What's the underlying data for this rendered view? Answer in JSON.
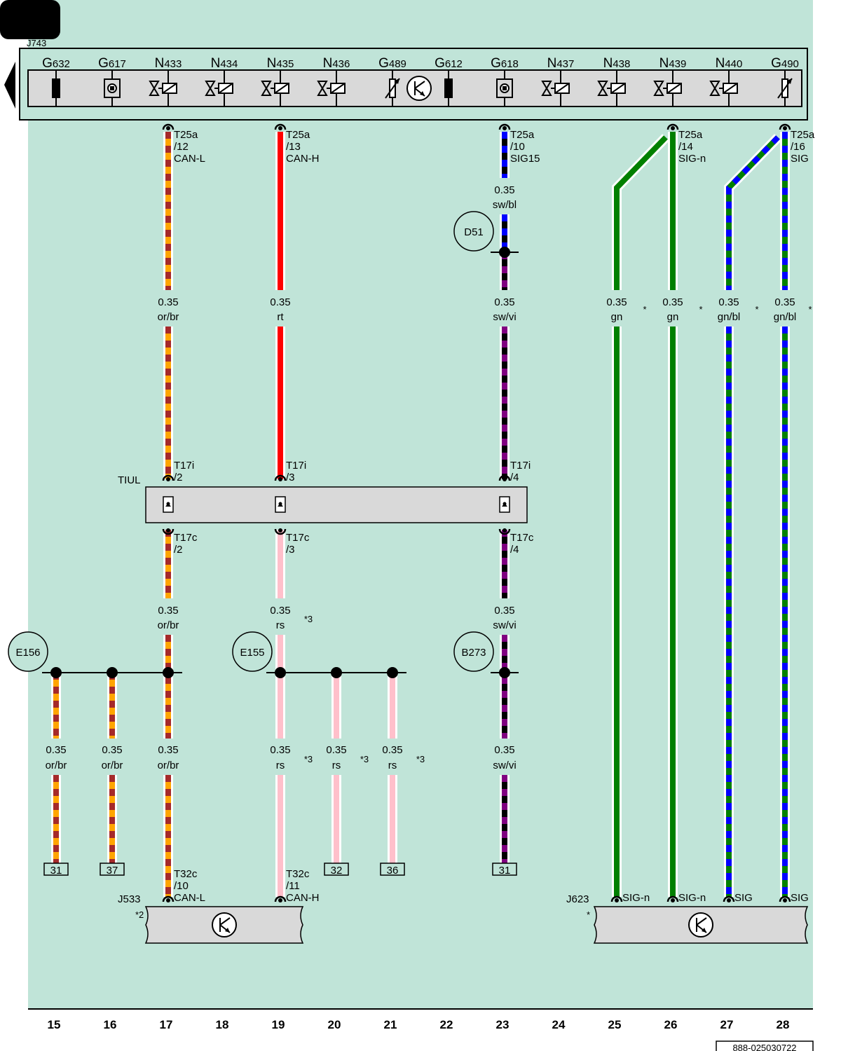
{
  "colors": {
    "background": "#c0e4d8",
    "or": "#ffa500",
    "br": "#a52a2a",
    "rt": "#ff0000",
    "rs": "#ffc0cb",
    "sw": "#000000",
    "bl": "#0000ff",
    "vi": "#800080",
    "gn": "#008000"
  },
  "header": {
    "control_unit_label": "J743"
  },
  "components": [
    {
      "name": "G632",
      "icon": "black-bar-icon"
    },
    {
      "name": "G617",
      "icon": "sensor-square-icon"
    },
    {
      "name": "N433",
      "icon": "valve-icon"
    },
    {
      "name": "N434",
      "icon": "valve-icon"
    },
    {
      "name": "N435",
      "icon": "valve-icon"
    },
    {
      "name": "N436",
      "icon": "valve-icon"
    },
    {
      "name": "G489",
      "icon": "variable-resistor-icon"
    },
    {
      "name": "G612",
      "icon": "black-bar-icon"
    },
    {
      "name": "G618",
      "icon": "sensor-square-icon"
    },
    {
      "name": "N437",
      "icon": "valve-icon"
    },
    {
      "name": "N438",
      "icon": "valve-icon"
    },
    {
      "name": "N439",
      "icon": "valve-icon"
    },
    {
      "name": "N440",
      "icon": "valve-icon"
    },
    {
      "name": "G490",
      "icon": "variable-resistor-icon"
    }
  ],
  "pins_top": [
    {
      "connector": "T25a",
      "pin": "/12",
      "signal": "CAN-L"
    },
    {
      "connector": "T25a",
      "pin": "/13",
      "signal": "CAN-H"
    },
    {
      "connector": "T25a",
      "pin": "/10",
      "signal": "SIG15"
    },
    {
      "connector": "T25a",
      "pin": "/14",
      "signal": "SIG-n"
    },
    {
      "connector": "T25a",
      "pin": "/16",
      "signal": "SIG"
    }
  ],
  "wire_labels": {
    "w23_top": {
      "size": "0.35",
      "color": "sw/bl"
    },
    "mid": [
      {
        "size": "0.35",
        "color": "or/br"
      },
      {
        "size": "0.35",
        "color": "rt"
      },
      {
        "size": "0.35",
        "color": "sw/vi"
      },
      {
        "size": "0.35",
        "color": "gn"
      },
      {
        "size": "0.35",
        "color": "gn"
      },
      {
        "size": "0.35",
        "color": "gn/bl"
      },
      {
        "size": "0.35",
        "color": "gn/bl"
      }
    ],
    "after_tiul": [
      {
        "size": "0.35",
        "color": "or/br"
      },
      {
        "size": "0.35",
        "color": "rs"
      },
      {
        "size": "0.35",
        "color": "sw/vi"
      }
    ],
    "bottom": [
      {
        "size": "0.35",
        "color": "or/br"
      },
      {
        "size": "0.35",
        "color": "or/br"
      },
      {
        "size": "0.35",
        "color": "or/br"
      },
      {
        "size": "0.35",
        "color": "rs"
      },
      {
        "size": "0.35",
        "color": "rs"
      },
      {
        "size": "0.35",
        "color": "rs"
      },
      {
        "size": "0.35",
        "color": "sw/vi"
      }
    ]
  },
  "splices": [
    "D51",
    "E156",
    "E155",
    "B273"
  ],
  "tiul": {
    "label": "TIUL",
    "pins_top": [
      {
        "connector": "T17i",
        "pin": "/2"
      },
      {
        "connector": "T17i",
        "pin": "/3"
      },
      {
        "connector": "T17i",
        "pin": "/4"
      }
    ],
    "pins_bottom": [
      {
        "connector": "T17c",
        "pin": "/2"
      },
      {
        "connector": "T17c",
        "pin": "/3"
      },
      {
        "connector": "T17c",
        "pin": "/4"
      }
    ]
  },
  "footnotes": {
    "star": "*",
    "star3": "*3",
    "star2": "*2"
  },
  "continuations": [
    "31",
    "37",
    "32",
    "36",
    "31"
  ],
  "j533": {
    "label": "J533",
    "pins": [
      {
        "connector": "T32c",
        "pin": "/10",
        "signal": "CAN-L"
      },
      {
        "connector": "T32c",
        "pin": "/11",
        "signal": "CAN-H"
      }
    ]
  },
  "j623": {
    "label": "J623",
    "pins": [
      "SIG-n",
      "SIG-n",
      "SIG",
      "SIG"
    ]
  },
  "track_numbers": [
    "15",
    "16",
    "17",
    "18",
    "19",
    "20",
    "21",
    "22",
    "23",
    "24",
    "25",
    "26",
    "27",
    "28"
  ],
  "doc_id": "888-025030722"
}
